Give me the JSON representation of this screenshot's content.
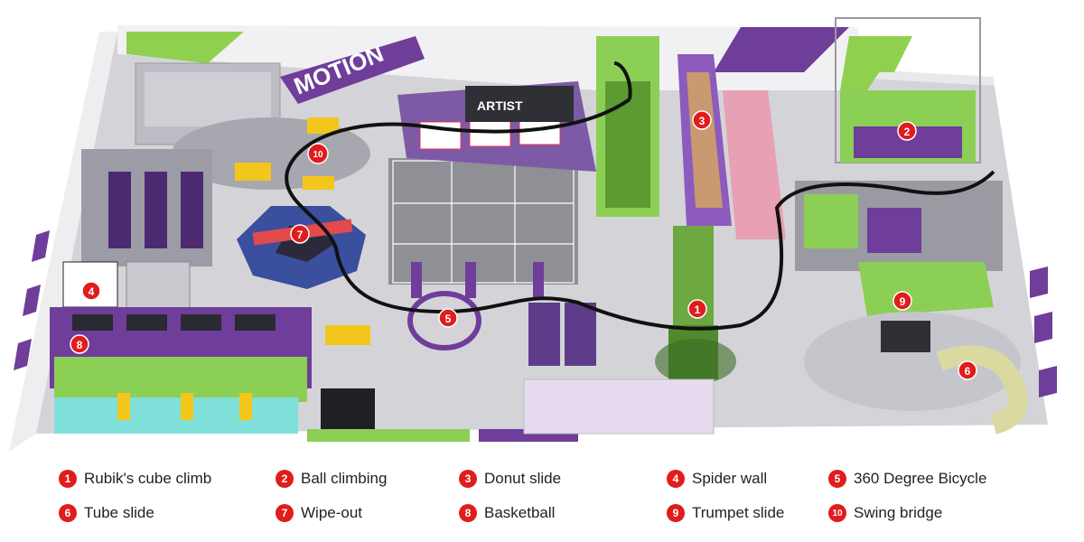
{
  "scene": {
    "wall_sign": "MOTION",
    "artist_sign": "ARTIST",
    "markers": [
      {
        "number": "1",
        "name": "Rubik's cube climb"
      },
      {
        "number": "2",
        "name": "Ball climbing"
      },
      {
        "number": "3",
        "name": "Donut slide"
      },
      {
        "number": "4",
        "name": "Spider wall"
      },
      {
        "number": "5",
        "name": "360 Degree Bicycle"
      },
      {
        "number": "6",
        "name": "Tube slide"
      },
      {
        "number": "7",
        "name": "Wipe-out"
      },
      {
        "number": "8",
        "name": "Basketball"
      },
      {
        "number": "9",
        "name": "Trumpet slide"
      },
      {
        "number": "10",
        "name": "Swing bridge"
      }
    ]
  },
  "legend": {
    "items": [
      {
        "number": "1",
        "label": "Rubik's cube climb"
      },
      {
        "number": "2",
        "label": "Ball climbing"
      },
      {
        "number": "3",
        "label": "Donut slide"
      },
      {
        "number": "4",
        "label": "Spider wall"
      },
      {
        "number": "5",
        "label": "360 Degree Bicycle"
      },
      {
        "number": "6",
        "label": "Tube slide"
      },
      {
        "number": "7",
        "label": "Wipe-out"
      },
      {
        "number": "8",
        "label": "Basketball"
      },
      {
        "number": "9",
        "label": "Trumpet slide"
      },
      {
        "number": "10",
        "label": "Swing bridge"
      }
    ]
  },
  "colors": {
    "marker": "#e01c1c",
    "purple": "#6f3d9a",
    "green": "#8fd14f",
    "floor": "#d2d2d6",
    "wall": "#efeff1"
  }
}
